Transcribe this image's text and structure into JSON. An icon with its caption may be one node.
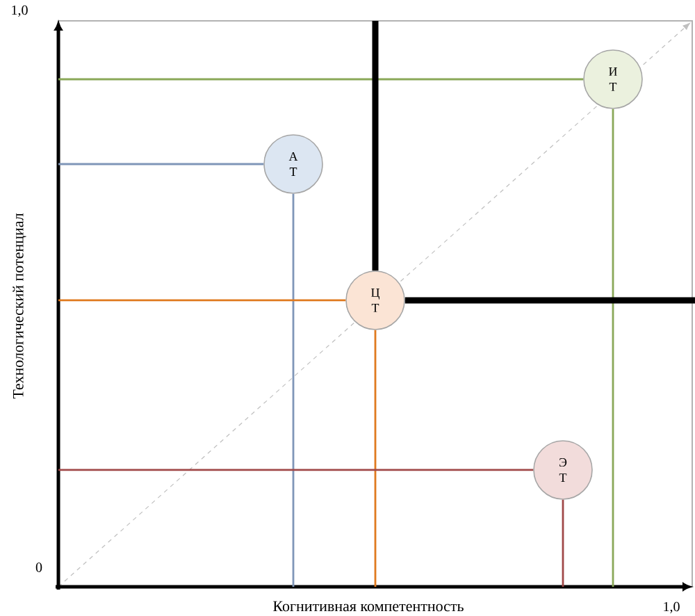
{
  "diagram": {
    "nodes": [
      {
        "text": [
          "И Т"
        ]
      },
      {
        "text": [
          "А Т"
        ]
      },
      {
        "text": [
          "Ц Т"
        ]
      },
      {
        "text": [
          "Э Т"
        ]
      }
    ],
    "edges": [
      {
        "from": null,
        "to": 0,
        "arrow": "none",
        "color": "#8aa858"
      },
      {
        "from": 0,
        "to": null,
        "arrow": "none",
        "color": "#8aa858"
      },
      {
        "from": null,
        "to": 1,
        "arrow": "none",
        "color": "#7f96b8"
      },
      {
        "from": 1,
        "to": null,
        "arrow": "none",
        "color": "#7f96b8"
      },
      {
        "from": null,
        "to": 2,
        "arrow": "none",
        "style": "thick",
        "color": "#000000"
      },
      {
        "from": 2,
        "to": null,
        "arrow": "none",
        "style": "thick",
        "color": "#000000"
      },
      {
        "from": null,
        "to": 2,
        "arrow": "none",
        "color": "#e07a1f"
      },
      {
        "from": 2,
        "to": null,
        "arrow": "none",
        "color": "#e07a1f"
      },
      {
        "from": null,
        "to": 3,
        "arrow": "none",
        "color": "#a04848"
      },
      {
        "from": 3,
        "to": null,
        "arrow": "none",
        "color": "#a04848"
      }
    ],
    "labels": [
      "1,0",
      "Технологический потенциал",
      "0",
      "Когнитивная компетентность",
      "1,0"
    ]
  }
}
